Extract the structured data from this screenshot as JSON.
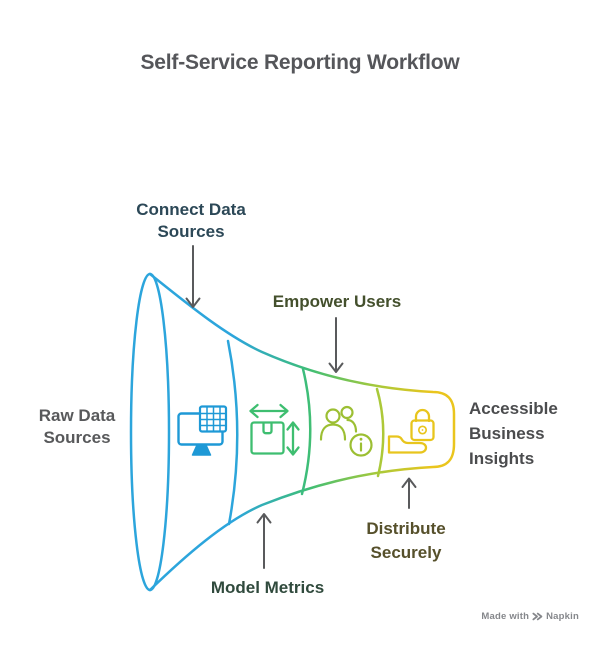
{
  "title": "Self-Service Reporting Workflow",
  "stages": [
    {
      "label": "Connect Data Sources",
      "icon": "monitor-spreadsheet-icon"
    },
    {
      "label": "Model Metrics",
      "icon": "box-dimensions-icon"
    },
    {
      "label": "Empower Users",
      "icon": "users-info-icon"
    },
    {
      "label": "Distribute Securely",
      "icon": "hand-lock-icon"
    }
  ],
  "input_label": "Raw Data Sources",
  "output_label": "Accessible Business Insights",
  "watermark": {
    "prefix": "Made with",
    "brand": "Napkin"
  },
  "colors": {
    "blue": "#2CA5DC",
    "green": "#3EBE76",
    "yellow_green": "#A6C93B",
    "yellow": "#EAC51D",
    "icon_blue": "#1E99D6",
    "icon_green": "#3EBE70",
    "icon_yellow_green": "#9CBF33",
    "icon_yellow": "#E8C51D",
    "arrow_gray": "#595A5C",
    "title_gray": "#55565A",
    "label_blue": "#2C4857",
    "label_green": "#304A3D",
    "label_yellow_green": "#44502D",
    "label_yellow": "#56502B",
    "neutral_label": "#58595B",
    "insights_label": "#4B4C4E",
    "watermark_gray": "#85878B"
  }
}
